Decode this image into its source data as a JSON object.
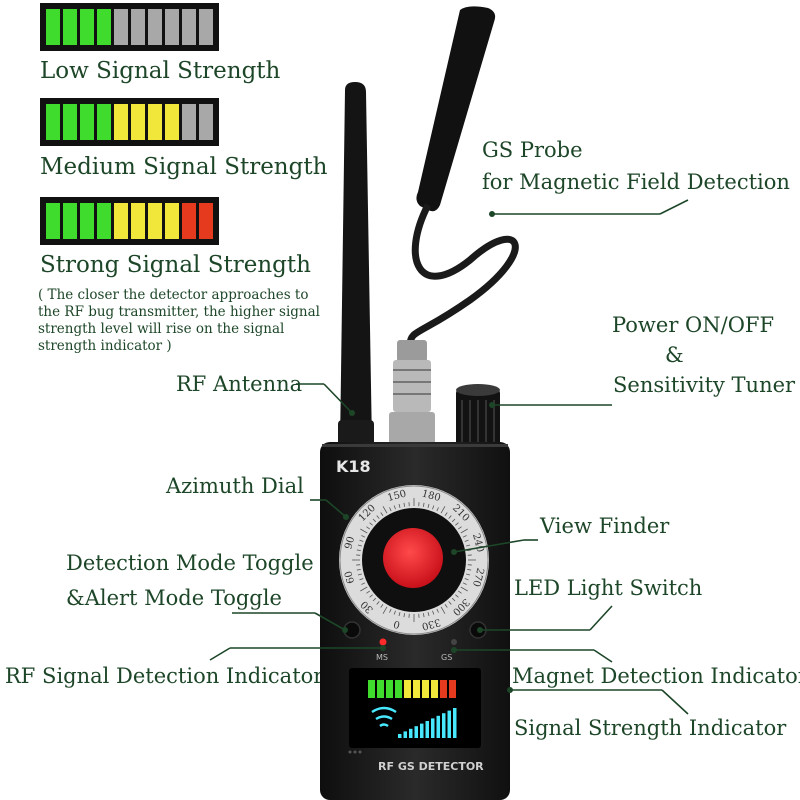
{
  "indicator_legend": [
    {
      "caption": "Low Signal Strength",
      "segments": [
        "#3fdc2e",
        "#3fdc2e",
        "#3fdc2e",
        "#3fdc2e",
        "#a8a8a8",
        "#a8a8a8",
        "#a8a8a8",
        "#a8a8a8",
        "#a8a8a8",
        "#a8a8a8"
      ]
    },
    {
      "caption": "Medium Signal Strength",
      "segments": [
        "#3fdc2e",
        "#3fdc2e",
        "#3fdc2e",
        "#3fdc2e",
        "#f1e63a",
        "#f1e63a",
        "#f1e63a",
        "#f1e63a",
        "#a8a8a8",
        "#a8a8a8"
      ]
    },
    {
      "caption": "Strong Signal Strength",
      "segments": [
        "#3fdc2e",
        "#3fdc2e",
        "#3fdc2e",
        "#3fdc2e",
        "#f1e63a",
        "#f1e63a",
        "#f1e63a",
        "#f1e63a",
        "#e63a1e",
        "#e63a1e"
      ]
    }
  ],
  "note": "( The closer the detector approaches to the RF bug transmitter, the higher signal strength level will rise on the signal strength indicator )",
  "callouts": {
    "gs_probe_1": "GS Probe",
    "gs_probe_2": "for Magnetic Field Detection",
    "power_1": "Power ON/OFF",
    "power_2": "&",
    "power_3": "Sensitivity Tuner",
    "rf_antenna": "RF Antenna",
    "azimuth_dial": "Azimuth Dial",
    "view_finder": "View Finder",
    "mode_toggle_1": "Detection Mode Toggle",
    "mode_toggle_2": "&Alert Mode Toggle",
    "led_switch": "LED Light Switch",
    "rf_indicator": "RF Signal Detection Indicator",
    "magnet_indicator": "Magnet Detection Indicator",
    "signal_indicator": "Signal Strength Indicator"
  },
  "device": {
    "model": "K18",
    "ms_label": "MS",
    "gs_label": "GS",
    "footer_label": "RF GS DETECTOR",
    "dial_numbers": [
      "150",
      "180",
      "210",
      "240",
      "270",
      "300",
      "330",
      "0",
      "30",
      "60",
      "90",
      "120"
    ]
  },
  "colors": {
    "label": "#1d4628",
    "body": "#1c1c1c",
    "lens": "#e8262c",
    "screen_bar": "#48e8ff"
  }
}
